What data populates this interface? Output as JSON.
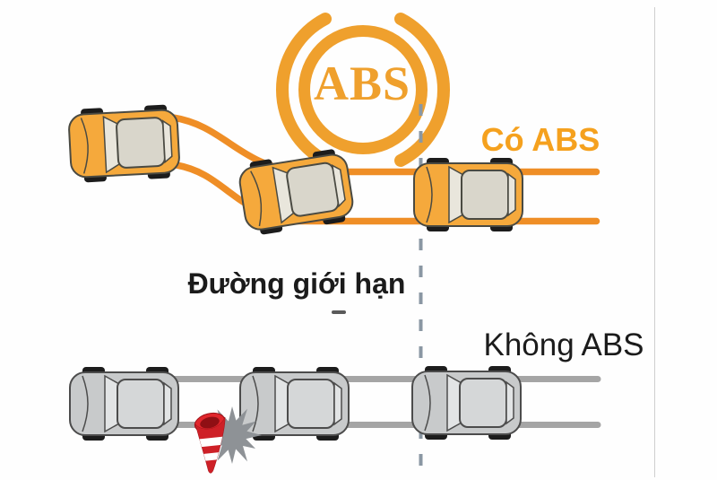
{
  "diagram": {
    "abs_indicator_label": "ABS",
    "with_abs_label": "Có ABS",
    "limit_line_label": "Đường giới hạn",
    "without_abs_label": "Không ABS"
  },
  "scene": {
    "with_abs_cars": 3,
    "without_abs_cars": 3,
    "icons": [
      "abs-warning-light-icon",
      "car-top-view-icon",
      "traffic-cone-icon",
      "crash-starburst-icon",
      "limit-dashed-line"
    ]
  },
  "colors": {
    "abs_logo_orange": "#EFA02D",
    "with_abs_label_orange": "#F5A11E",
    "abs_track_orange": "#EF8E26",
    "abs_car_body": "#F5A93C",
    "abs_car_roof": "#D9D6CB",
    "no_abs_track_gray": "#A5A5A5",
    "no_abs_car_body": "#C8CACB",
    "no_abs_car_roof": "#D5D7D8",
    "limit_line_dash_gray": "#8A97A3",
    "crash_burst_gray": "#8E9296",
    "cone_red": "#CE2027",
    "label_black": "#1B1B1B",
    "edge_line_gray": "#CFCFCF"
  }
}
